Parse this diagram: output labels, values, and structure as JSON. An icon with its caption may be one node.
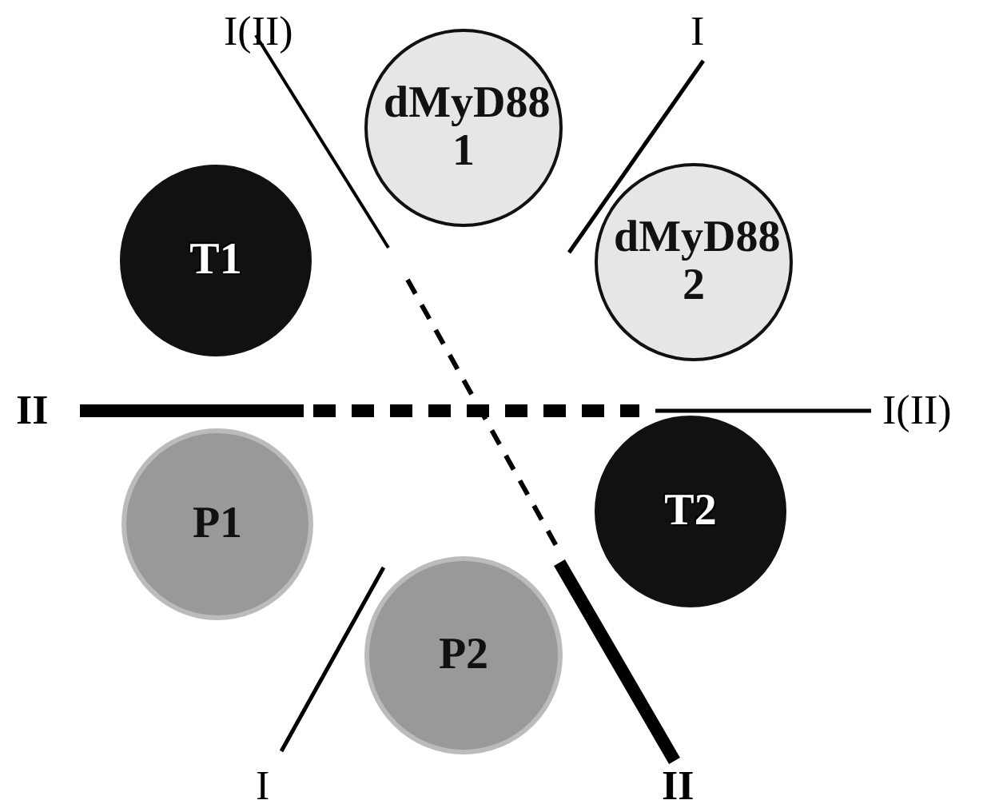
{
  "diagram": {
    "nodes": [
      {
        "text": [
          "dMyD88 1"
        ]
      },
      {
        "text": [
          "T1"
        ]
      },
      {
        "text": [
          "dMyD88 2"
        ]
      },
      {
        "text": [
          "P1"
        ]
      },
      {
        "text": [
          "T2"
        ]
      },
      {
        "text": [
          "P2"
        ]
      }
    ],
    "labels": [
      "I(II)",
      "I",
      "II",
      "I(II)",
      "I",
      "II"
    ]
  }
}
